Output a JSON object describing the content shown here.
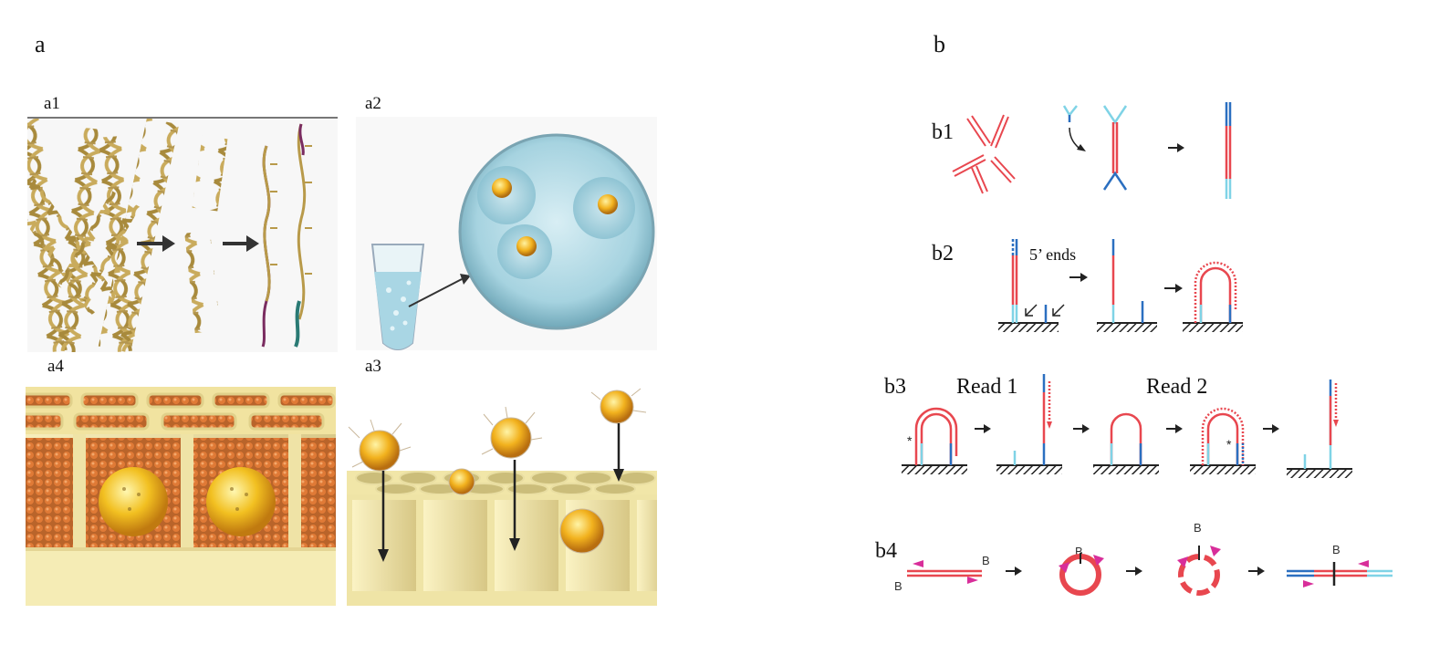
{
  "panel_a": {
    "label": "a",
    "sub": [
      {
        "id": "a1",
        "label": "a1"
      },
      {
        "id": "a2",
        "label": "a2"
      },
      {
        "id": "a3",
        "label": "a3"
      },
      {
        "id": "a4",
        "label": "a4"
      }
    ]
  },
  "panel_b": {
    "label": "b",
    "rows": [
      {
        "id": "b1",
        "label": "b1"
      },
      {
        "id": "b2",
        "label": "b2",
        "annotation": "5’ ends"
      },
      {
        "id": "b3",
        "label": "b3",
        "read1": "Read 1",
        "read2": "Read 2"
      },
      {
        "id": "b4",
        "label": "b4",
        "marker": "B"
      }
    ]
  },
  "colors": {
    "red_strand": "#e8474f",
    "light_blue": "#7fd3e6",
    "dark_blue": "#2b6fc0",
    "dna_gold": "#b89a4a",
    "bead_gold": "#f2b21e",
    "well_yellow": "#f3eab3",
    "magenta": "#d82e9a",
    "hatch": "#222222"
  }
}
